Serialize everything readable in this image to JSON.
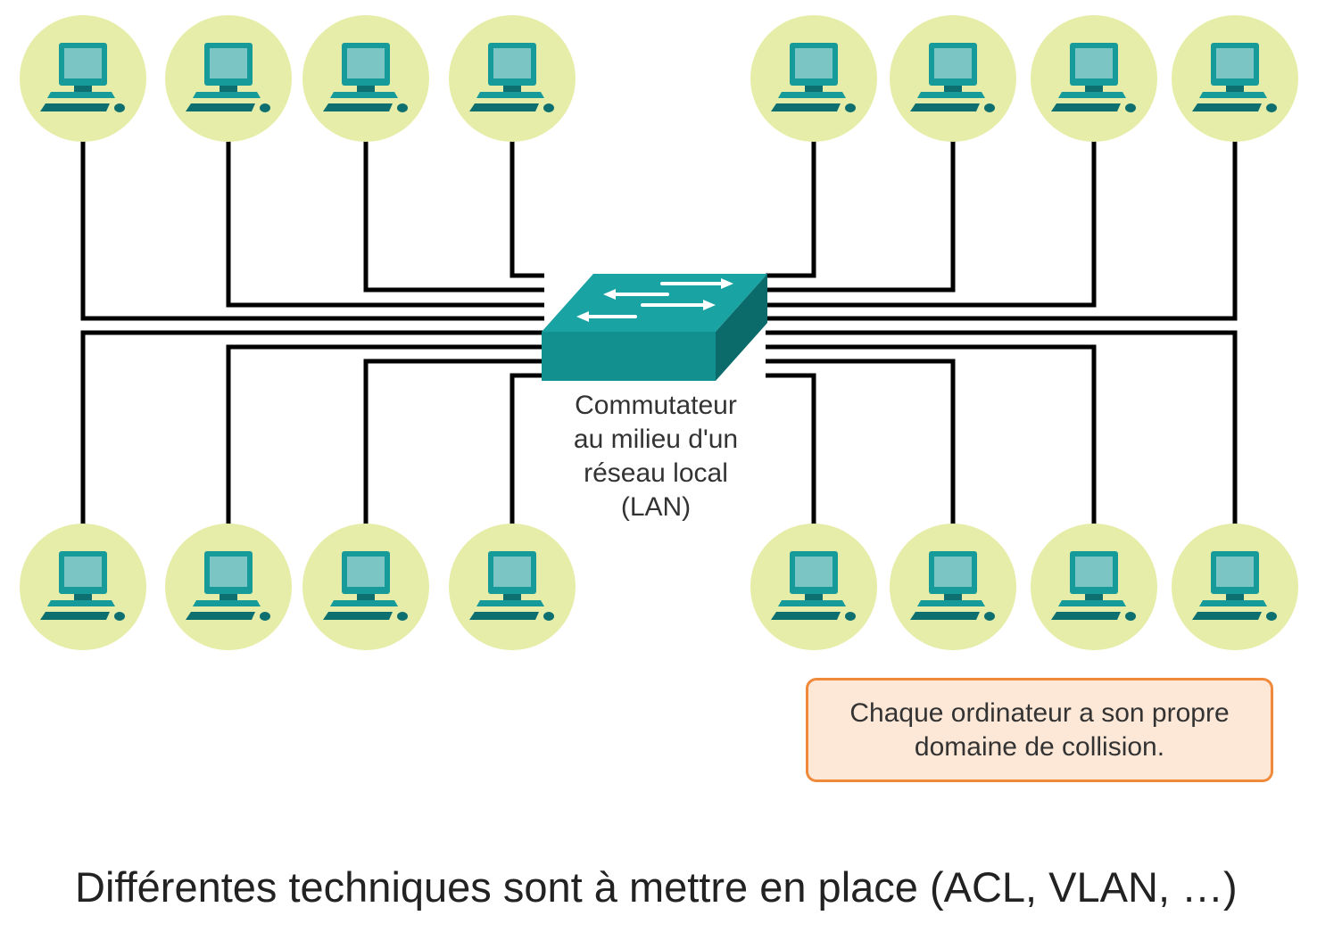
{
  "colors": {
    "halo": "#e6eda8",
    "device": "#169a9a",
    "device_dark": "#0d6f70",
    "device_screen": "#7cc5c5",
    "cable": "#000000",
    "callout_border": "#f08a3a",
    "callout_fill": "#fde8d7"
  },
  "diagram": {
    "switch_icon": "network-switch-icon",
    "computer_icon": "desktop-computer-icon",
    "switch_label_lines": [
      "Commutateur",
      "au milieu d'un",
      "réseau local",
      "(LAN)"
    ],
    "computers_top_count": 8,
    "computers_bottom_count": 8
  },
  "callout": {
    "lines": [
      "Chaque ordinateur a son propre",
      "domaine de collision."
    ]
  },
  "caption": "Différentes techniques sont à mettre en place (ACL, VLAN, …)"
}
